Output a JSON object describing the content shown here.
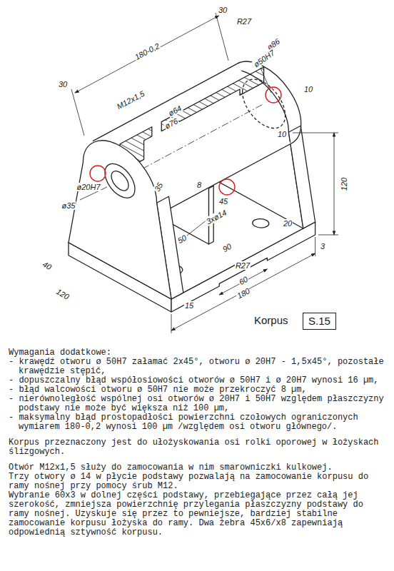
{
  "diagram": {
    "title": "Korpus",
    "nodes": [
      {
        "text": [
          "S.15"
        ]
      }
    ],
    "labels": [
      "180-0,2",
      "30",
      "R27",
      "ø86",
      "ø50H7",
      "30",
      "M12x1,5",
      "ø64",
      "ø76",
      "10",
      "10",
      "120",
      "ø35",
      "ø20H7",
      "35",
      "8",
      "45",
      "3xø14",
      "20",
      "50",
      "90",
      "3",
      "40",
      "120",
      "R27",
      "60",
      "180",
      "15",
      "Wymagania dodatkowe:",
      "- krawędź otworu ø 50H7 załamać 2x45°, otworu ø 20H7 - 1,5x45°, pozostałe krawędzie stępić,",
      "- dopuszczalny błąd współosiowości otworów ø 50H7 i ø 20H7 wynosi 16 µm,",
      "- błąd walcowości otworu ø 50H7 nie może przekroczyć 8 µm,",
      "- nierównoległość wspólnej osi otworów ø 20H7 i 50H7 względem płaszczyzny podstawy nie może być większa niż 100 µm,",
      "- maksymalny błąd prostopadłości powierzchni czołowych ograniczonych wymiarem 180-0,2 wynosi 100 µm /względem osi otworu głównego/.",
      "Korpus przeznaczony jest do ułożyskowania osi rolki oporowej w łożyskach ślizgowych.",
      "Otwór M12x1,5 służy do zamocowania w nim smarowniczki kulkowej.",
      "Trzy otwory ø 14 w płycie podstawy pozwalają na zamocowanie korpusu do ramy nośnej przy pomocy śrub M12.",
      "Wybranie 60x3 w dolnej części podstawy, przebiegające przez całą jej szerokość, zmniejsza powierzchnię przylegania płaszczyzny podstawy do ramy nośnej. Uzyskuje się przez to pewniejsze, bardziej stabilne zamocowanie korpusu łożyska do ramy. Dwa żebra 45x6/x8 zapewniają odpowiednią sztywność korpusu."
    ]
  }
}
